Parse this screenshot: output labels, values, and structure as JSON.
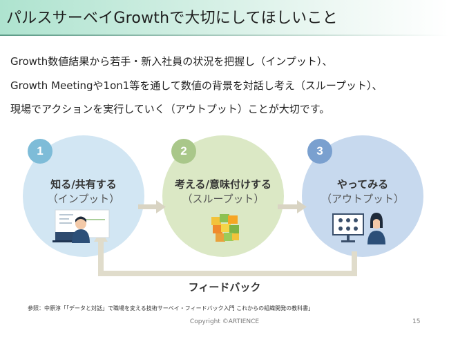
{
  "header": {
    "title": "パルスサーベイGrowthで大切にしてほしいこと"
  },
  "intro": {
    "line1": "Growth数値結果から若手・新入社員の状況を把握し（インプット）、",
    "line2": "Growth Meetingや1on1等を通して数値の背景を対話し考え（スループット）、",
    "line3": "現場でアクションを実行していく（アウトプット）ことが大切です。"
  },
  "steps": [
    {
      "number": "1",
      "title": "知る/共有する",
      "subtitle": "（インプット）",
      "icon": "person-at-computer-icon",
      "color": "#d2e6f3"
    },
    {
      "number": "2",
      "title": "考える/意味付けする",
      "subtitle": "（スループット）",
      "icon": "sticky-notes-icon",
      "color": "#dbe8c5"
    },
    {
      "number": "3",
      "title": "やってみる",
      "subtitle": "（アウトプット）",
      "icon": "video-meeting-icon",
      "color": "#c7d9ee"
    }
  ],
  "feedback": {
    "label": "フィードバック"
  },
  "footer": {
    "reference": "参照：中原淳「「データと対話」で職場を変える技術サーベイ・フィードバック入門 これからの組織開発の教科書」",
    "copyright": "Copyright ©ARTIENCE",
    "page_number": "15"
  }
}
